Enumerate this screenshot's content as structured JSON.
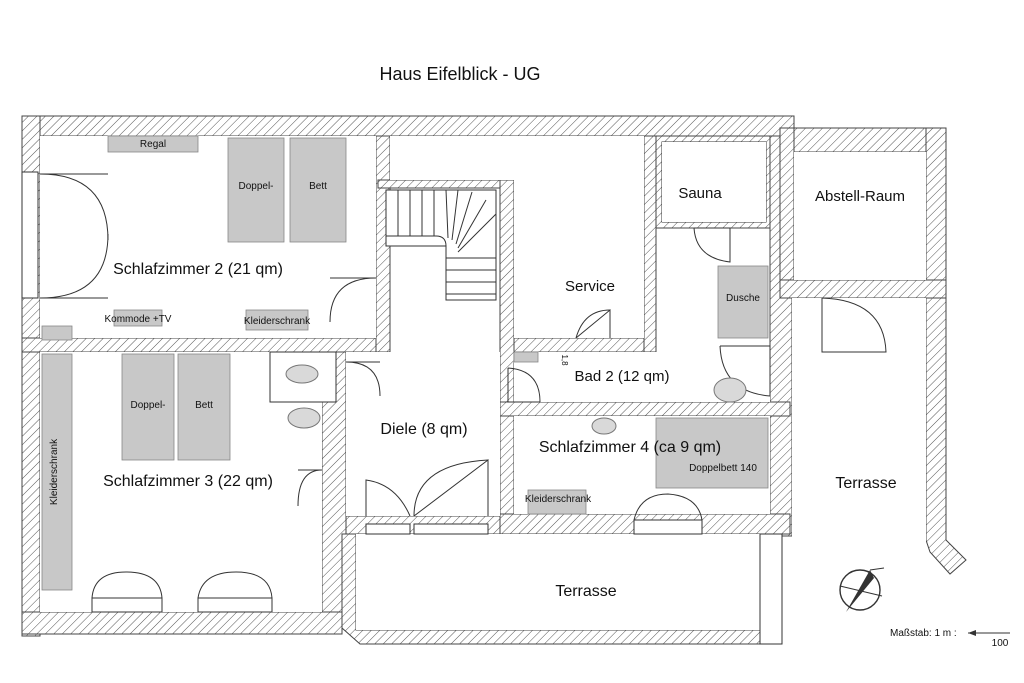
{
  "title": "Haus Eifelblick -  UG",
  "rooms": {
    "schlafzimmer2": "Schlafzimmer 2  (21 qm)",
    "schlafzimmer3": "Schlafzimmer 3  (22 qm)",
    "schlafzimmer4": "Schlafzimmer 4  (ca 9 qm)",
    "diele": "Diele  (8 qm)",
    "bad2": "Bad 2  (12 qm)",
    "service": "Service",
    "sauna": "Sauna",
    "abstell": "Abstell-Raum",
    "terrasse_right": "Terrasse",
    "terrasse_bottom": "Terrasse"
  },
  "furniture": {
    "regal": "Regal",
    "doppel1": "Doppel-",
    "bett1": "Bett",
    "kommode": "Kommode +TV",
    "kleiderschrank1": "Kleiderschrank",
    "doppel2": "Doppel-",
    "bett2": "Bett",
    "kleiderschrank_vertical": "Kleiderschrank",
    "dusche": "Dusche",
    "doppelbett140": "Doppelbett 140",
    "kleiderschrank2": "Kleiderschrank",
    "small_mark": "1,8"
  },
  "scale": {
    "label": "Maßstab:  1 m :",
    "value": "100"
  }
}
